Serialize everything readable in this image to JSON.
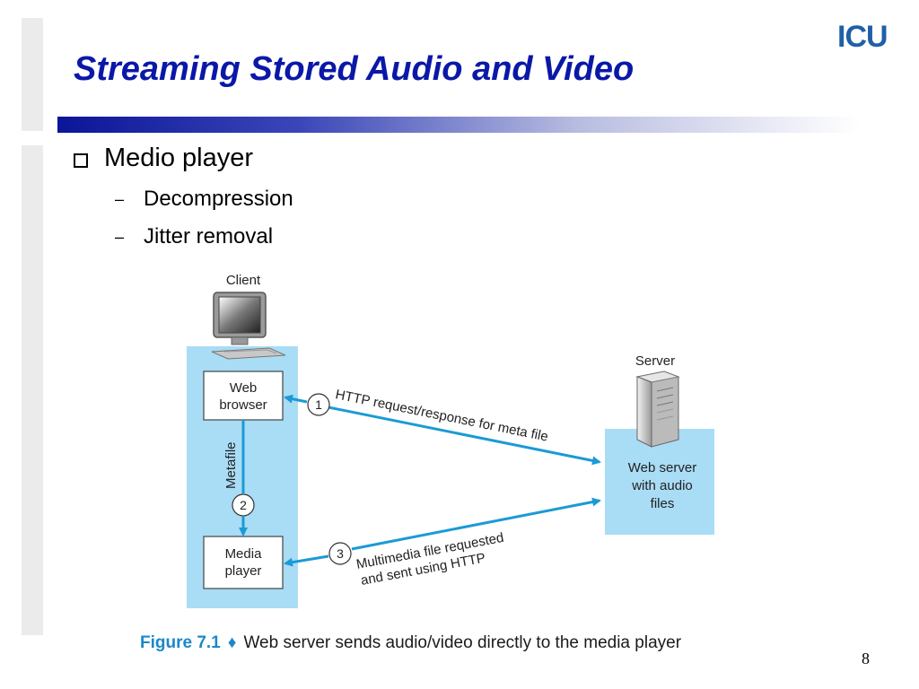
{
  "slide": {
    "title": "Streaming Stored Audio and Video",
    "logo_text": "ICU",
    "page_number": "8"
  },
  "bullets": {
    "level1": "Medio player",
    "level2": [
      "Decompression",
      "Jitter removal"
    ],
    "dash_glyph": "–"
  },
  "diagram": {
    "client_label": "Client",
    "server_label": "Server",
    "web_browser_line1": "Web",
    "web_browser_line2": "browser",
    "media_player_line1": "Media",
    "media_player_line2": "player",
    "web_server_line1": "Web server",
    "web_server_line2": "with audio",
    "web_server_line3": "files",
    "metafile_label": "Metafile",
    "step1": "1",
    "step2": "2",
    "step3": "3",
    "arrow1_text": "HTTP request/response for meta file",
    "arrow3_line1": "Multimedia file requested",
    "arrow3_line2": "and sent using HTTP",
    "colors": {
      "panel": "#a9dcf5",
      "arrow": "#1b9ad6",
      "caption_accent": "#1b88c8"
    }
  },
  "caption": {
    "label": "Figure 7.1",
    "diamond": "♦",
    "text": "Web server sends audio/video directly to the media player"
  }
}
